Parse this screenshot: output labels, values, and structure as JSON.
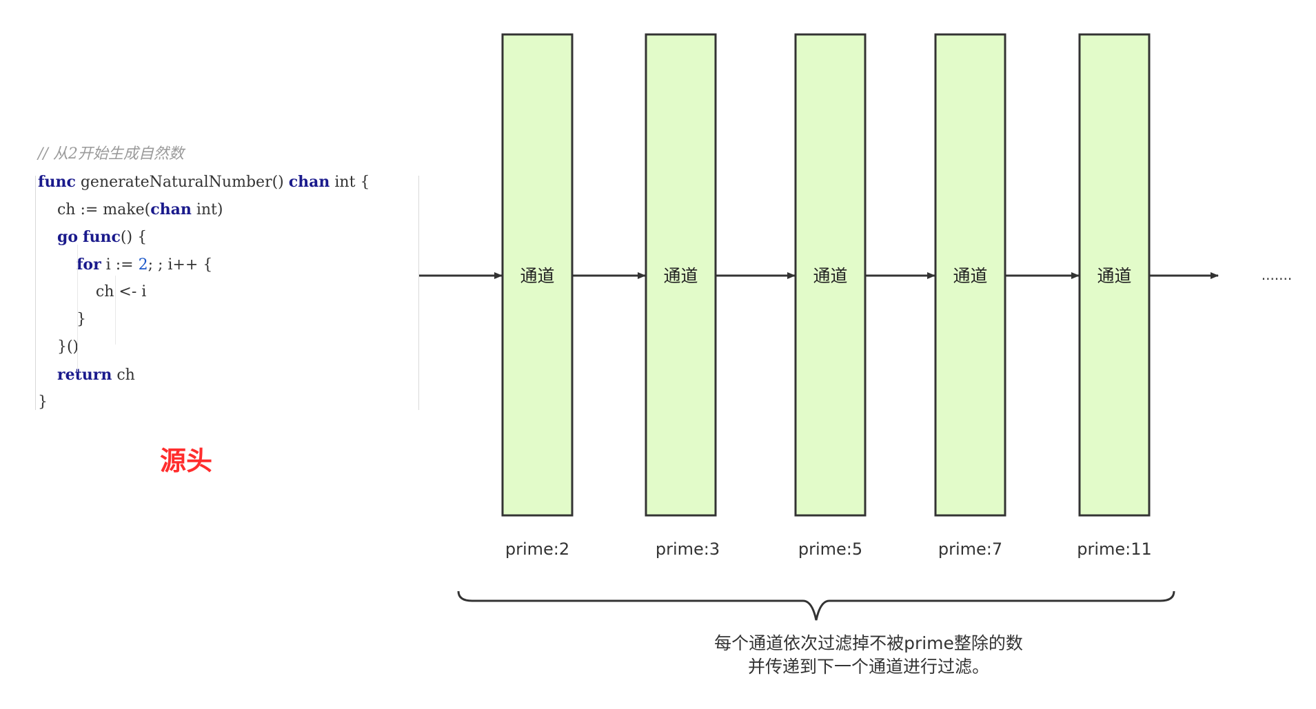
{
  "code": {
    "comment": "// 从2开始生成自然数",
    "lines": [
      [
        {
          "t": "func",
          "c": "kw"
        },
        {
          "t": " generateNaturalNumber() ",
          "c": "plain"
        },
        {
          "t": "chan",
          "c": "kw"
        },
        {
          "t": " int {",
          "c": "plain"
        }
      ],
      [
        {
          "t": "    ch := make(",
          "c": "plain"
        },
        {
          "t": "chan",
          "c": "kw"
        },
        {
          "t": " int)",
          "c": "plain"
        }
      ],
      [
        {
          "t": "    ",
          "c": "plain"
        },
        {
          "t": "go",
          "c": "kw"
        },
        {
          "t": " ",
          "c": "plain"
        },
        {
          "t": "func",
          "c": "kw"
        },
        {
          "t": "() {",
          "c": "plain"
        }
      ],
      [
        {
          "t": "        ",
          "c": "plain"
        },
        {
          "t": "for",
          "c": "kw"
        },
        {
          "t": " i := ",
          "c": "plain"
        },
        {
          "t": "2",
          "c": "num"
        },
        {
          "t": "; ; i++ {",
          "c": "plain"
        }
      ],
      [
        {
          "t": "            ch <- i",
          "c": "plain"
        }
      ],
      [
        {
          "t": "        }",
          "c": "plain"
        }
      ],
      [
        {
          "t": "    }()",
          "c": "plain"
        }
      ],
      [
        {
          "t": "    ",
          "c": "plain"
        },
        {
          "t": "return",
          "c": "kw"
        },
        {
          "t": " ch",
          "c": "plain"
        }
      ],
      [
        {
          "t": "}",
          "c": "plain"
        }
      ]
    ]
  },
  "source_label": "源头",
  "channels": [
    {
      "label": "通道",
      "prime": "prime:2"
    },
    {
      "label": "通道",
      "prime": "prime:3"
    },
    {
      "label": "通道",
      "prime": "prime:5"
    },
    {
      "label": "通道",
      "prime": "prime:7"
    },
    {
      "label": "通道",
      "prime": "prime:11"
    }
  ],
  "ellipsis": ".......",
  "description": [
    "每个通道依次过滤掉不被prime整除的数",
    "并传递到下一个通道进行过滤。"
  ],
  "colors": {
    "channel_fill": "#e2fbc9",
    "channel_stroke": "#333333",
    "arrow": "#333333",
    "source_label": "#ff2d2d",
    "code_keyword": "#1a1a8c",
    "code_number": "#1a56c9",
    "code_comment": "#9a9a9a"
  }
}
